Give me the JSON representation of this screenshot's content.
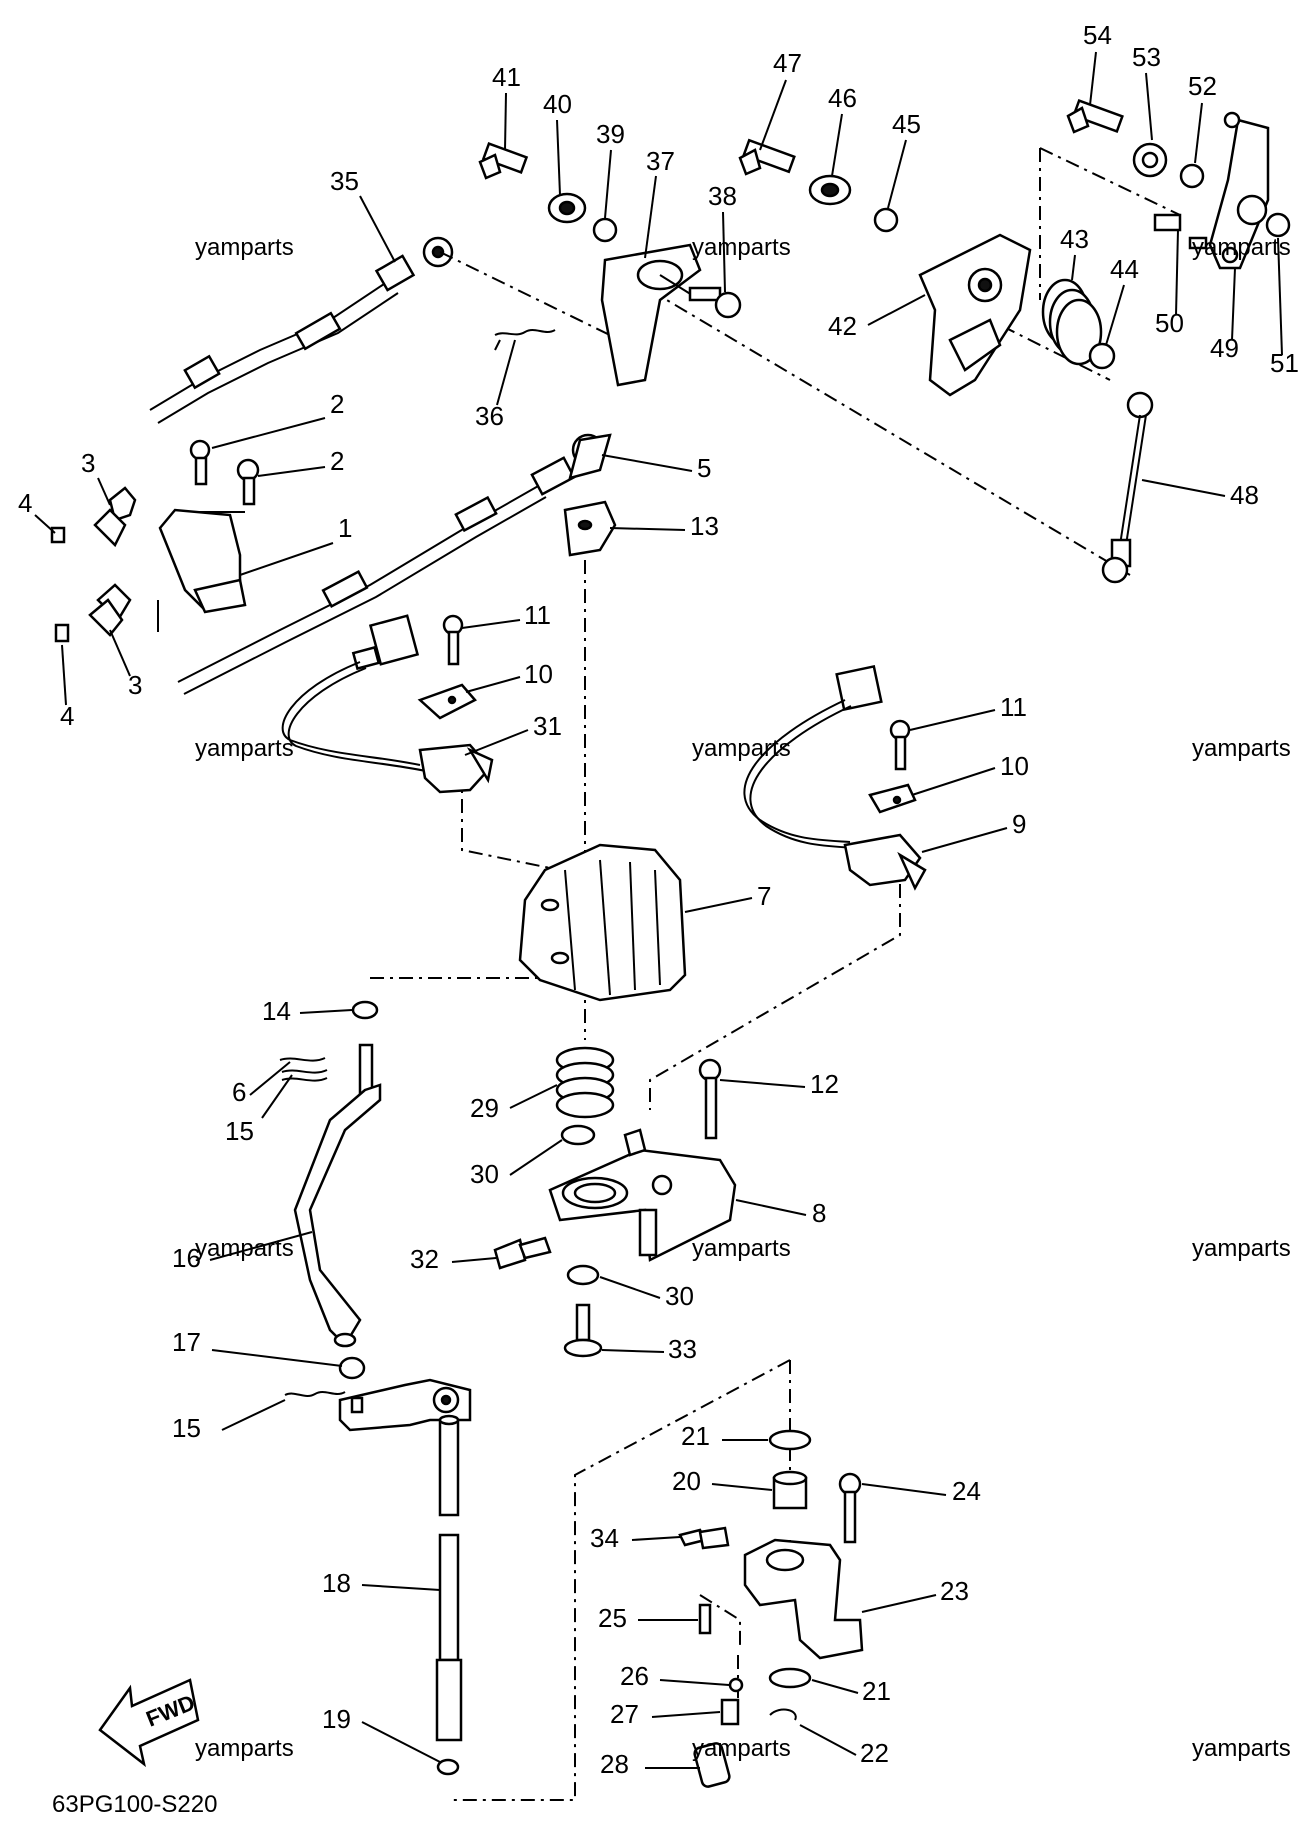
{
  "diagram": {
    "code": "63PG100-S220",
    "direction_label": "FWD",
    "watermark": "yamparts",
    "callouts": [
      "1",
      "2",
      "3",
      "4",
      "5",
      "6",
      "7",
      "8",
      "9",
      "10",
      "11",
      "12",
      "13",
      "14",
      "15",
      "16",
      "17",
      "18",
      "19",
      "20",
      "21",
      "22",
      "23",
      "24",
      "25",
      "26",
      "27",
      "28",
      "29",
      "30",
      "31",
      "32",
      "33",
      "34",
      "35",
      "36",
      "37",
      "38",
      "39",
      "40",
      "41",
      "42",
      "43",
      "44",
      "45",
      "46",
      "47",
      "48",
      "49",
      "50",
      "51",
      "52",
      "53",
      "54"
    ]
  }
}
